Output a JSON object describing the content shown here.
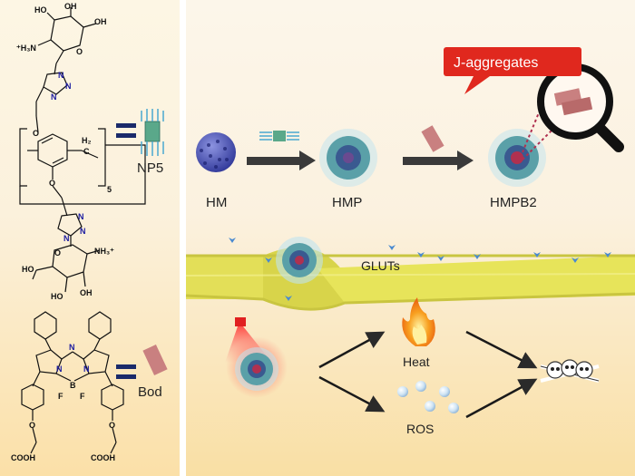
{
  "labels": {
    "np5": "NP5",
    "bod": "Bod",
    "hm": "HM",
    "hmp": "HMP",
    "hmpb2": "HMPB2",
    "j_aggregates": "J-aggregates",
    "gluts": "GLUTs",
    "heat": "Heat",
    "ros": "ROS"
  },
  "structure_text": {
    "oh_top1": "HO",
    "oh_top2": "OH",
    "oh_top3": "OH",
    "nh3_top": "⁺H₃N",
    "o_ring_top": "O",
    "ch2": "H₂",
    "c_letter": "C",
    "repeat": "5",
    "o1": "O",
    "o2": "O",
    "n_top": "N",
    "n_top2": "N",
    "n_top3": "N",
    "n_bot": "N",
    "n_bot2": "N",
    "n_bot3": "N",
    "o_ring_bot": "O",
    "nh3_bot": "NH₃⁺",
    "ho_bot1": "HO",
    "ho_bot2": "HO",
    "oh_bot": "OH",
    "bod_n1": "N",
    "bod_n2": "N",
    "bod_n3": "N",
    "bod_b": "B",
    "bod_f1": "F",
    "bod_f2": "F",
    "bod_o1": "O",
    "bod_o2": "O",
    "cooh1": "COOH",
    "cooh2": "COOH"
  },
  "colors": {
    "panel_left": "#fdf3dc",
    "panel_right_top": "#fbf4e6",
    "panel_right_bottom": "#fbe8bf",
    "membrane": "#e7e45a",
    "bod_block": "#c98080",
    "callout": "#e0281e",
    "arrow": "#3a3a3a"
  }
}
